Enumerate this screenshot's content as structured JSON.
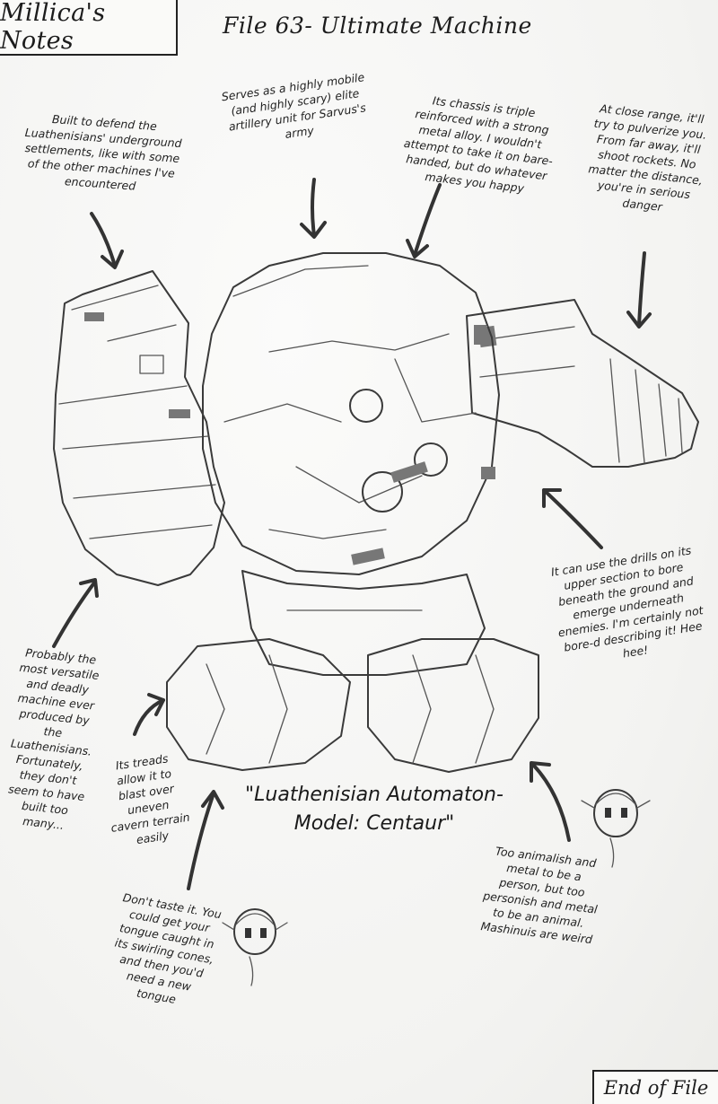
{
  "header": {
    "notebook_title": "Millica's Notes",
    "file_title": "File 63- Ultimate Machine"
  },
  "footer": {
    "end_label": "End of File"
  },
  "caption": {
    "line1": "\"Luathenisian Automaton-",
    "line2": "Model: Centaur\""
  },
  "notes": {
    "defend": "Built to defend the Luathenisians' underground settlements, like with some of the other machines I've encountered",
    "artillery": "Serves as a highly mobile (and highly scary) elite artillery unit for Sarvus's army",
    "chassis": "Its chassis is triple reinforced with a strong metal alloy. I wouldn't attempt to take it on bare-handed, but do whatever makes you happy",
    "range": "At close range, it'll try to pulverize you. From far away, it'll shoot rockets. No matter the distance, you're in serious danger",
    "drills": "It can use the drills on its upper section to bore beneath the ground and emerge underneath enemies. I'm certainly not bore-d describing it! Hee hee!",
    "versatile": "Probably the most versatile and deadly machine ever produced by the Luathenisians. Fortunately, they don't seem to have built too many...",
    "treads": "Its treads allow it to blast over uneven cavern terrain easily",
    "taste": "Don't taste it. You could get your tongue caught in its swirling cones, and then you'd need a new tongue",
    "animalish": "Too animalish and metal to be a person, but too personish and metal to be an animal. Mashinuis are weird"
  },
  "colors": {
    "paper": "#f7f7f5",
    "ink": "#1c1c1c",
    "pencil": "#3a3a3a"
  }
}
